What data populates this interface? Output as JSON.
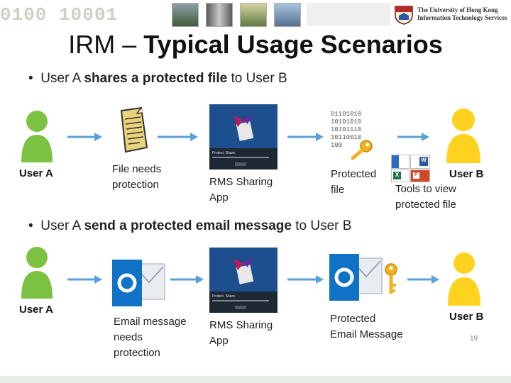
{
  "header": {
    "binary_text": "0100  10001",
    "logo_line1": "The University of Hong Kong",
    "logo_line2": "Information Technology Services"
  },
  "title": {
    "prefix": "IRM – ",
    "main": "Typical Usage Scenarios"
  },
  "scenario1": {
    "bullet_prefix": "User A ",
    "bullet_bold": "shares a protected file",
    "bullet_suffix": " to User B",
    "user_a": "User A",
    "step1": [
      "File needs",
      "protection"
    ],
    "step2": [
      "RMS Sharing",
      "App"
    ],
    "step3": [
      "Protected",
      "file"
    ],
    "user_b": "User B",
    "step4": [
      "Tools to view",
      "protected file"
    ],
    "rms_screen_text": "Protect. Share."
  },
  "scenario2": {
    "bullet_prefix": "User A ",
    "bullet_bold": "send a protected email message",
    "bullet_suffix": " to User B",
    "user_a": "User A",
    "step1": [
      "Email message",
      "needs",
      "protection"
    ],
    "step2": [
      "RMS Sharing",
      "App"
    ],
    "step3": [
      "Protected",
      "Email Message"
    ],
    "user_b": "User B",
    "rms_screen_text": "Protect. Share."
  },
  "binary_lines": [
    "01101010",
    "10101010",
    "10101110",
    "10110010",
    "100"
  ],
  "page_number": "19",
  "colors": {
    "user_a": "#7cc242",
    "user_b": "#ffd21f",
    "arrow": "#5aa0dc",
    "outlook": "#0f72c6",
    "key": "#f2b21b"
  }
}
